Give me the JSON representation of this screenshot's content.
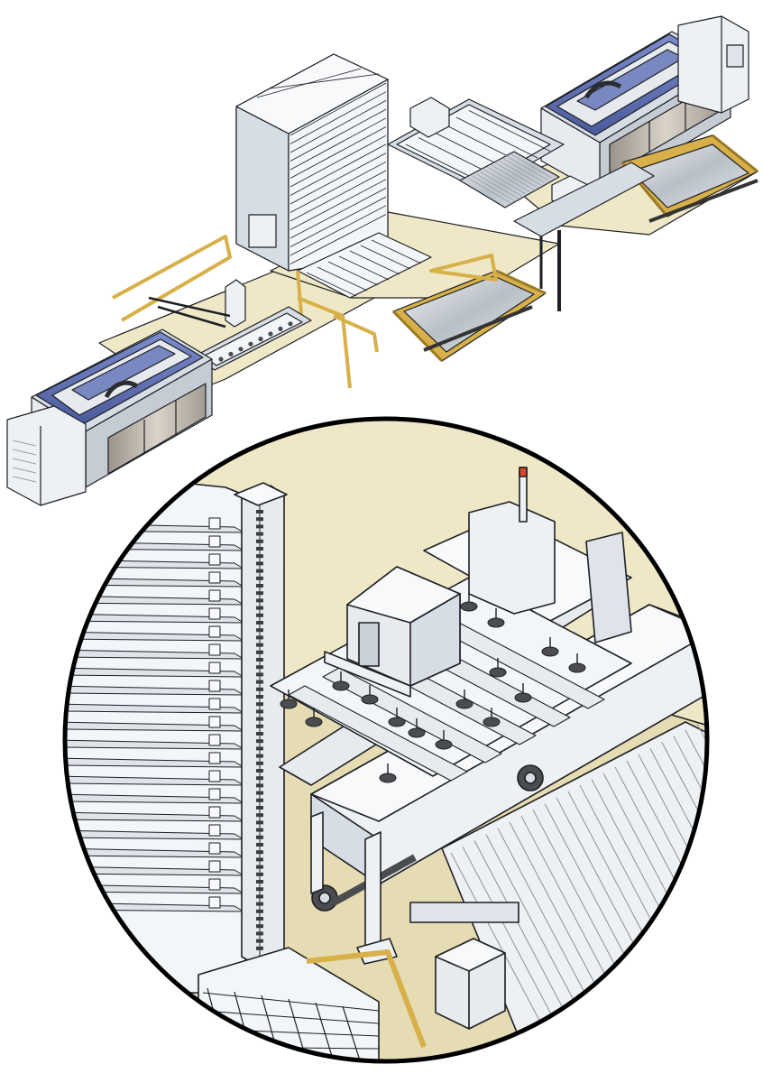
{
  "colors": {
    "background": "#ffffff",
    "floor": "#efe8c6",
    "floor_shadow": "#ddd3a4",
    "frame_light": "#f3f6f9",
    "frame_mid": "#d7dde4",
    "frame_dark": "#a9b2bd",
    "outline": "#1d1f24",
    "machine_cover": "#5b6db0",
    "machine_cover_dark": "#3d4c8a",
    "panel_window": "#b9b2a8",
    "safety_rail": "#d8b04a",
    "safety_rail_dark": "#9a7a24",
    "sheet_metal": "#cfd4da",
    "suction_cup": "#4a4c50",
    "lens_border": "#000000",
    "beacon_red": "#d8462e"
  },
  "scene": {
    "overview": {
      "machines": [
        "laser-cutter-left",
        "laser-cutter-right"
      ],
      "storage": [
        "sheet-storage-tower"
      ],
      "handling": [
        "suction-loader-gantry",
        "unloading-tables",
        "safety-fencing"
      ]
    },
    "detail": {
      "subject": "loader-gantry-closeup",
      "elements": [
        "storage-tower-shelves",
        "vertical-lift-column",
        "suction-cup-frame",
        "gantry-carriage",
        "sheet-stack",
        "drive-wheels",
        "control-box"
      ]
    }
  }
}
